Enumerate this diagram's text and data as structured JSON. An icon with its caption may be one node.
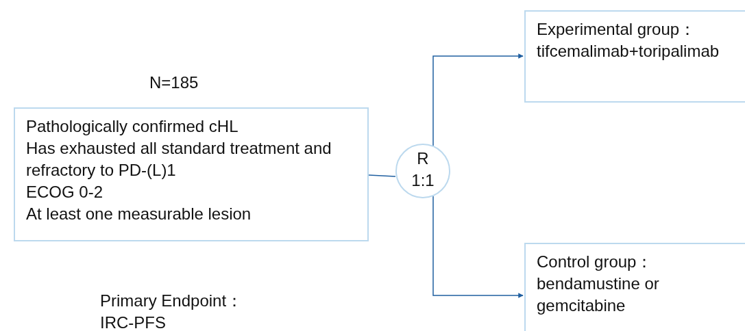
{
  "diagram": {
    "nodes": [
      {
        "text": [
          "N=185",
          "Pathologically confirmed cHL",
          "Has exhausted all standard treatment and refractory to PD-(L)1",
          "ECOG 0-2",
          "At least one measurable lesion"
        ]
      },
      {
        "text": [
          "R",
          "1:1"
        ]
      },
      {
        "text": [
          "Experimental group：",
          "tifcemalimab+toripalimab"
        ]
      },
      {
        "text": [
          "Control group：",
          "bendamustine or gemcitabine"
        ]
      }
    ],
    "edges": [
      {
        "from": 0,
        "to": 1,
        "arrow": "none"
      },
      {
        "from": 1,
        "to": 2,
        "arrow": "to"
      },
      {
        "from": 1,
        "to": 3,
        "arrow": "to"
      }
    ],
    "labels": [
      "Primary Endpoint：",
      "IRC-PFS"
    ]
  }
}
